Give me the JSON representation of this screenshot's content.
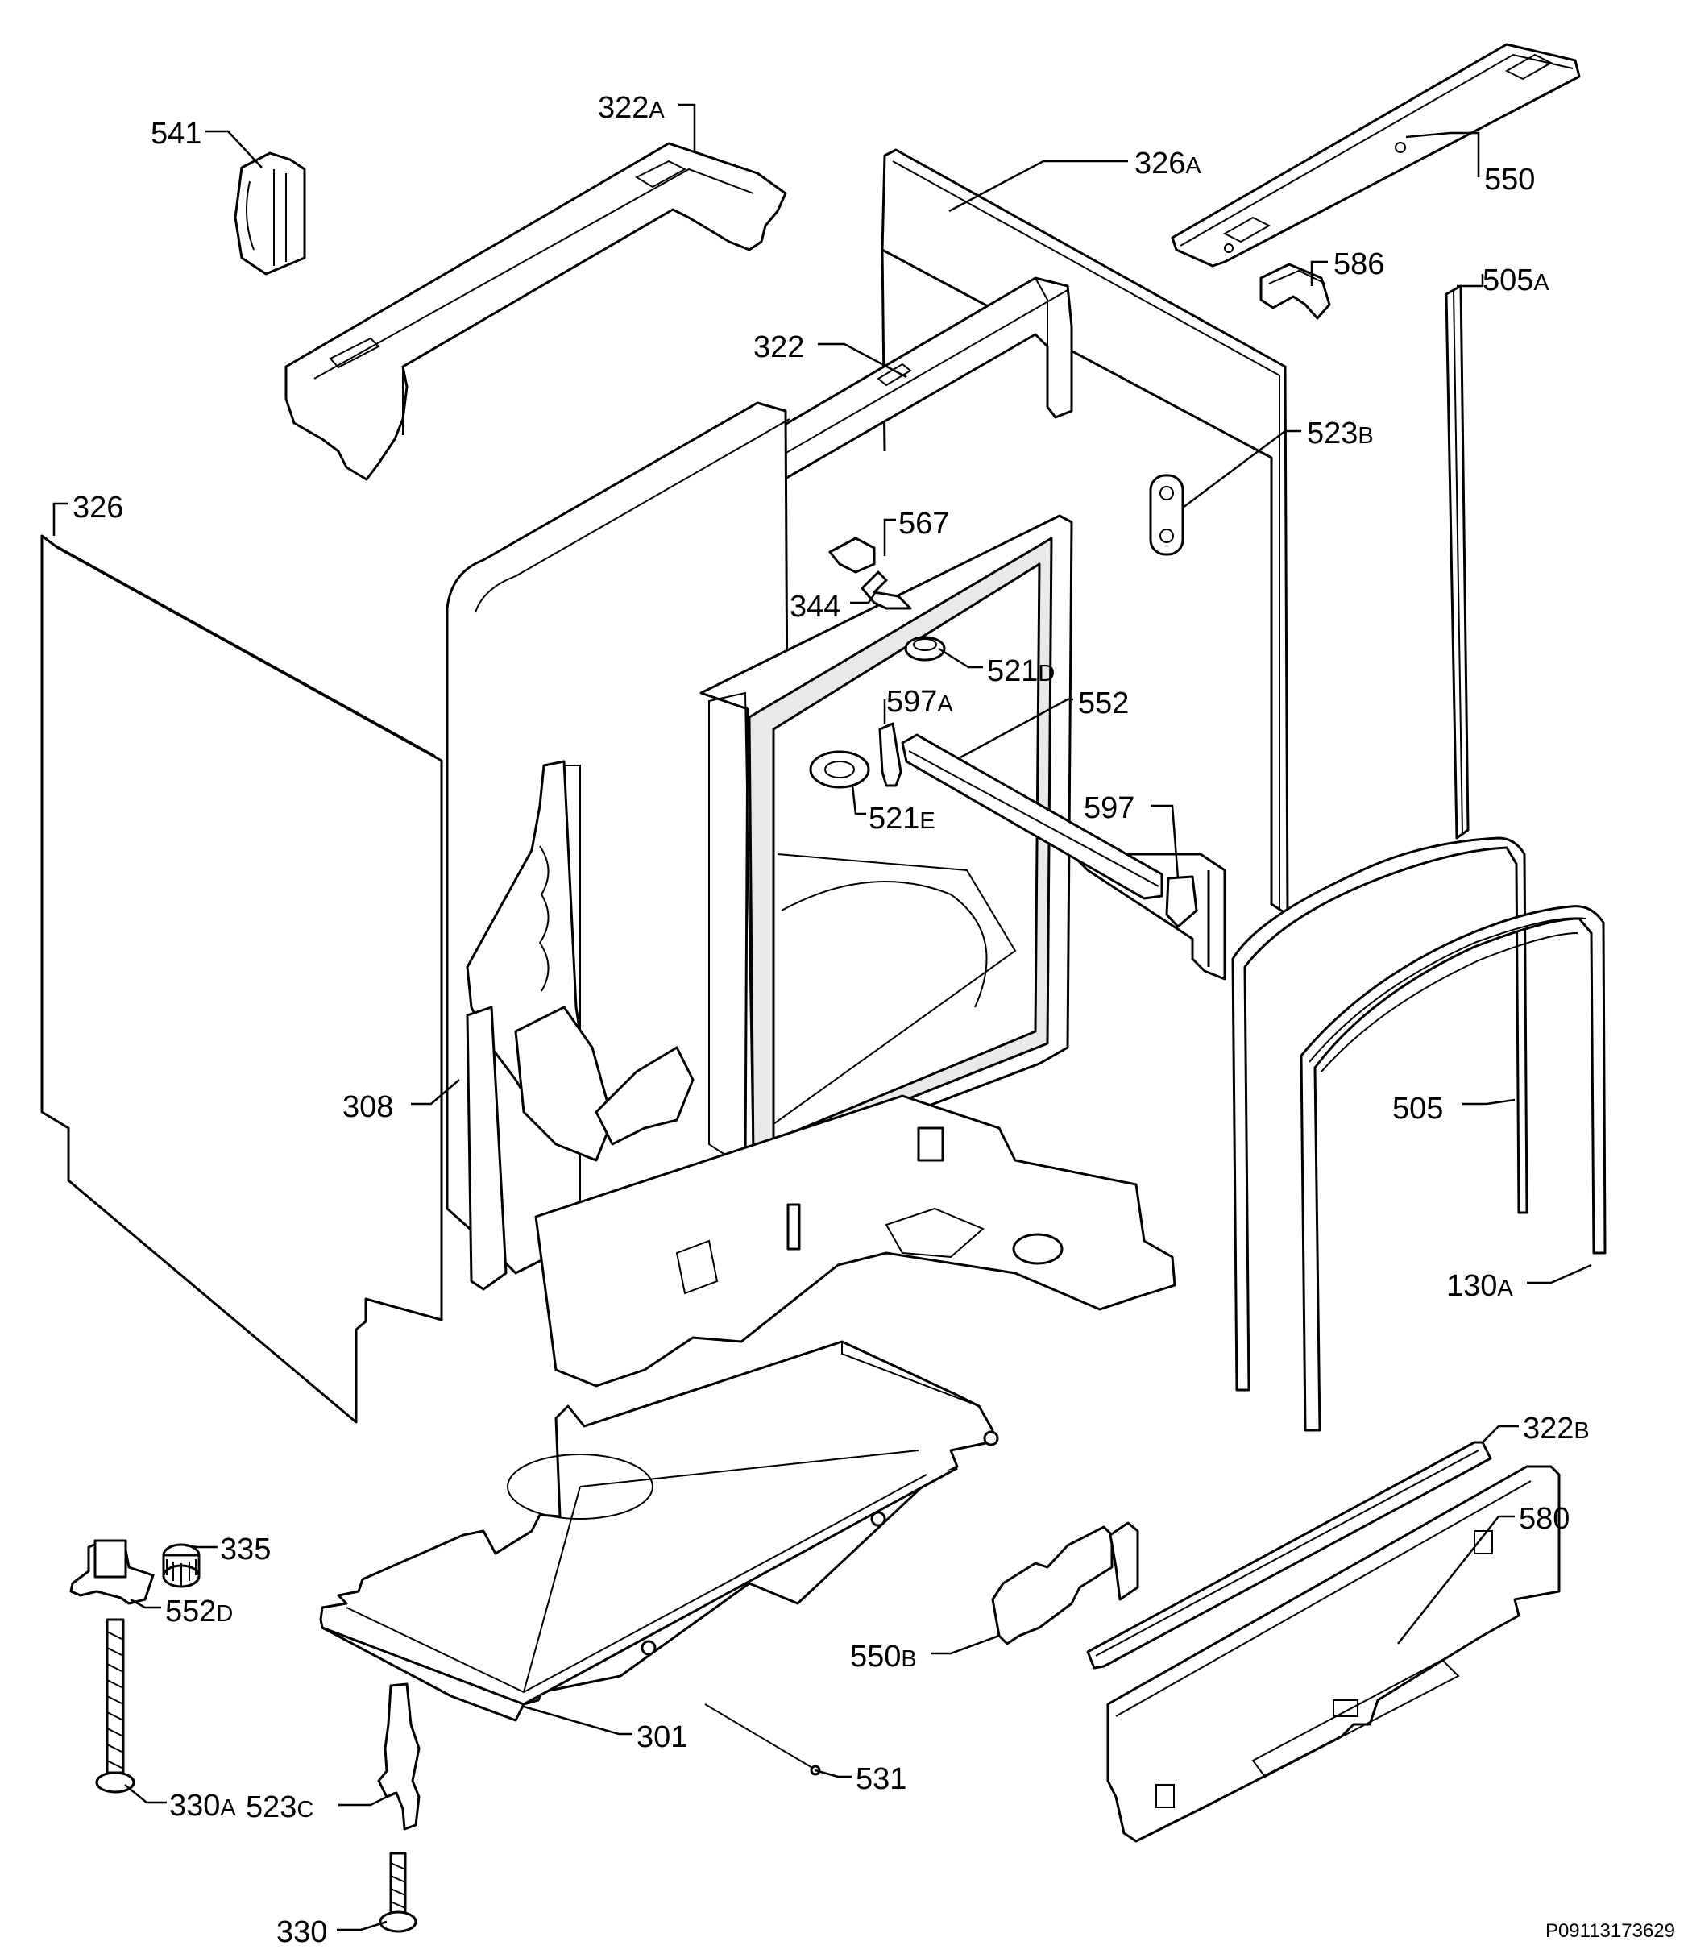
{
  "diagram": {
    "document_id": "P09113173629",
    "labels": {
      "l541": {
        "num": "541",
        "suffix": ""
      },
      "l322A": {
        "num": "322",
        "suffix": "A"
      },
      "l326A": {
        "num": "326",
        "suffix": "A"
      },
      "l550": {
        "num": "550",
        "suffix": ""
      },
      "l586": {
        "num": "586",
        "suffix": ""
      },
      "l505A": {
        "num": "505",
        "suffix": "A"
      },
      "l322": {
        "num": "322",
        "suffix": ""
      },
      "l523B": {
        "num": "523",
        "suffix": "B"
      },
      "l326": {
        "num": "326",
        "suffix": ""
      },
      "l567": {
        "num": "567",
        "suffix": ""
      },
      "l344": {
        "num": "344",
        "suffix": ""
      },
      "l521D": {
        "num": "521",
        "suffix": "D"
      },
      "l597A": {
        "num": "597",
        "suffix": "A"
      },
      "l552": {
        "num": "552",
        "suffix": ""
      },
      "l597": {
        "num": "597",
        "suffix": ""
      },
      "l521E": {
        "num": "521",
        "suffix": "E"
      },
      "l308": {
        "num": "308",
        "suffix": ""
      },
      "l505": {
        "num": "505",
        "suffix": ""
      },
      "l130A": {
        "num": "130",
        "suffix": "A"
      },
      "l322B": {
        "num": "322",
        "suffix": "B"
      },
      "l335": {
        "num": "335",
        "suffix": ""
      },
      "l552D": {
        "num": "552",
        "suffix": "D"
      },
      "l550B": {
        "num": "550",
        "suffix": "B"
      },
      "l580": {
        "num": "580",
        "suffix": ""
      },
      "l330A": {
        "num": "330",
        "suffix": "A"
      },
      "l301": {
        "num": "301",
        "suffix": ""
      },
      "l531": {
        "num": "531",
        "suffix": ""
      },
      "l523C": {
        "num": "523",
        "suffix": "C"
      },
      "l330": {
        "num": "330",
        "suffix": ""
      }
    }
  }
}
